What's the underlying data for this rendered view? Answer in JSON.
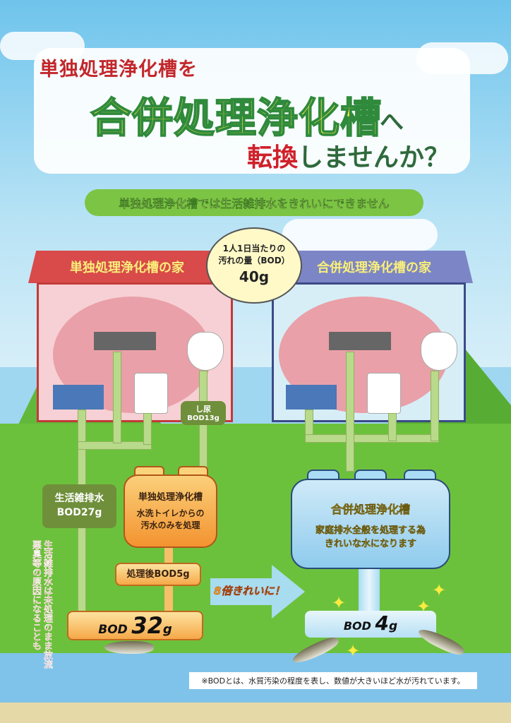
{
  "title": {
    "line1": "単独処理浄化槽を",
    "line2": "合併処理浄化槽",
    "line2_suffix": "へ",
    "line3_red": "転換",
    "line3_rest": "しませんか？"
  },
  "banner": "単独処理浄化槽では生活雑排水をきれいにできません",
  "bubble": {
    "line1": "1人1日当たりの",
    "line2": "汚れの量（BOD）",
    "value": "40g"
  },
  "left_house": {
    "roof_label": "単独処理浄化槽の家",
    "night_soil": {
      "label": "し尿",
      "bod": "BOD13g"
    },
    "graywater": {
      "label": "生活雑排水",
      "bod": "BOD27g"
    },
    "tank": {
      "title": "単独処理浄化槽",
      "desc1": "水洗トイレからの",
      "desc2": "汚水のみを処理"
    },
    "after": "処理後BOD5g",
    "total_prefix": "BOD",
    "total_value": "32",
    "total_unit": "g",
    "warning": "生活雑排水は未処理のまま放流　悪臭等の原因になることも"
  },
  "arrow_label": "8倍きれいに！",
  "right_house": {
    "roof_label": "合併処理浄化槽の家",
    "tank": {
      "title": "合併処理浄化槽",
      "desc1": "家庭排水全般を処理する為",
      "desc2": "きれいな水になります"
    },
    "total_prefix": "BOD",
    "total_value": "4",
    "total_unit": "g"
  },
  "footnote": "※BODとは、水質汚染の程度を表し、数値が大きいほど水が汚れています。",
  "colors": {
    "red": "#c3272b",
    "green": "#62b83a",
    "orange": "#f39330",
    "blue": "#8fcbed"
  }
}
